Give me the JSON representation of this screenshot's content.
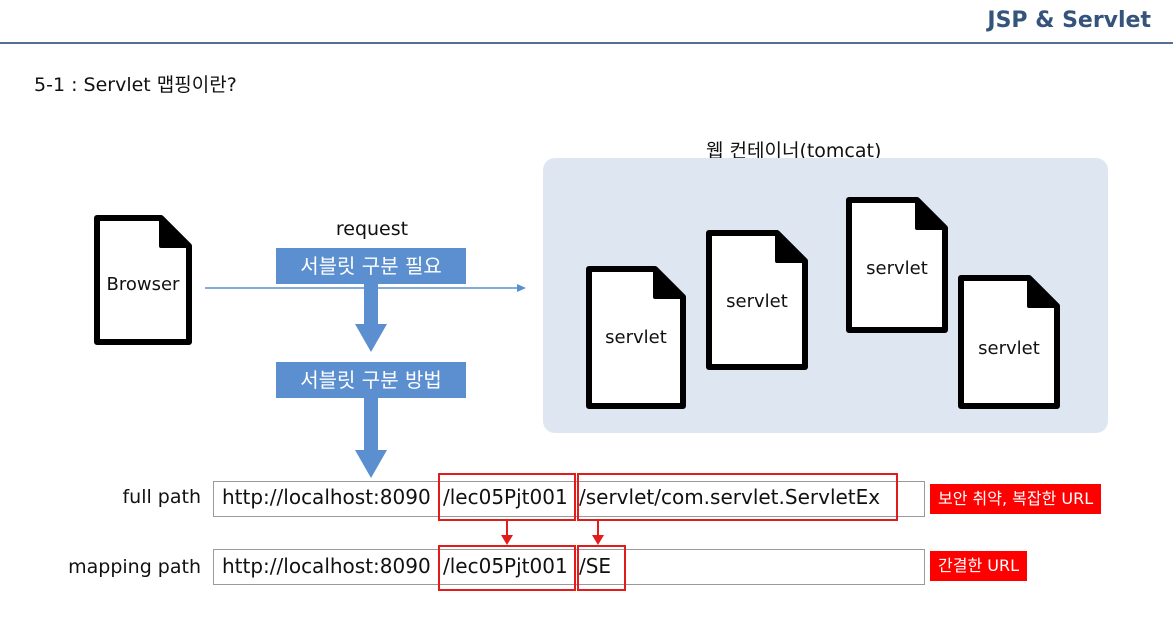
{
  "header": {
    "brand": "JSP & Servlet"
  },
  "section": {
    "title": "5-1 : Servlet 맵핑이란?"
  },
  "diagram": {
    "container_title": "웹 컨테이너(tomcat)",
    "browser_label": "Browser",
    "request_label": "request",
    "need_label": "서블릿 구분 필요",
    "method_label": "서블릿 구분 방법",
    "servlet_labels": [
      "servlet",
      "servlet",
      "servlet",
      "servlet"
    ],
    "colors": {
      "accent_blue": "#5b8fd0",
      "container_bg": "#dde6f1",
      "highlight_red": "#e21b1b",
      "brand": "#34547c"
    }
  },
  "paths": {
    "full": {
      "label": "full path",
      "host": "http://localhost:8090",
      "project": "/lec05Pjt001",
      "rest": "/servlet/com.servlet.ServletEx",
      "note": "보안 취약, 복잡한 URL"
    },
    "mapping": {
      "label": "mapping path",
      "host": "http://localhost:8090",
      "project": "/lec05Pjt001",
      "rest": "/SE",
      "note": "간결한 URL"
    }
  }
}
